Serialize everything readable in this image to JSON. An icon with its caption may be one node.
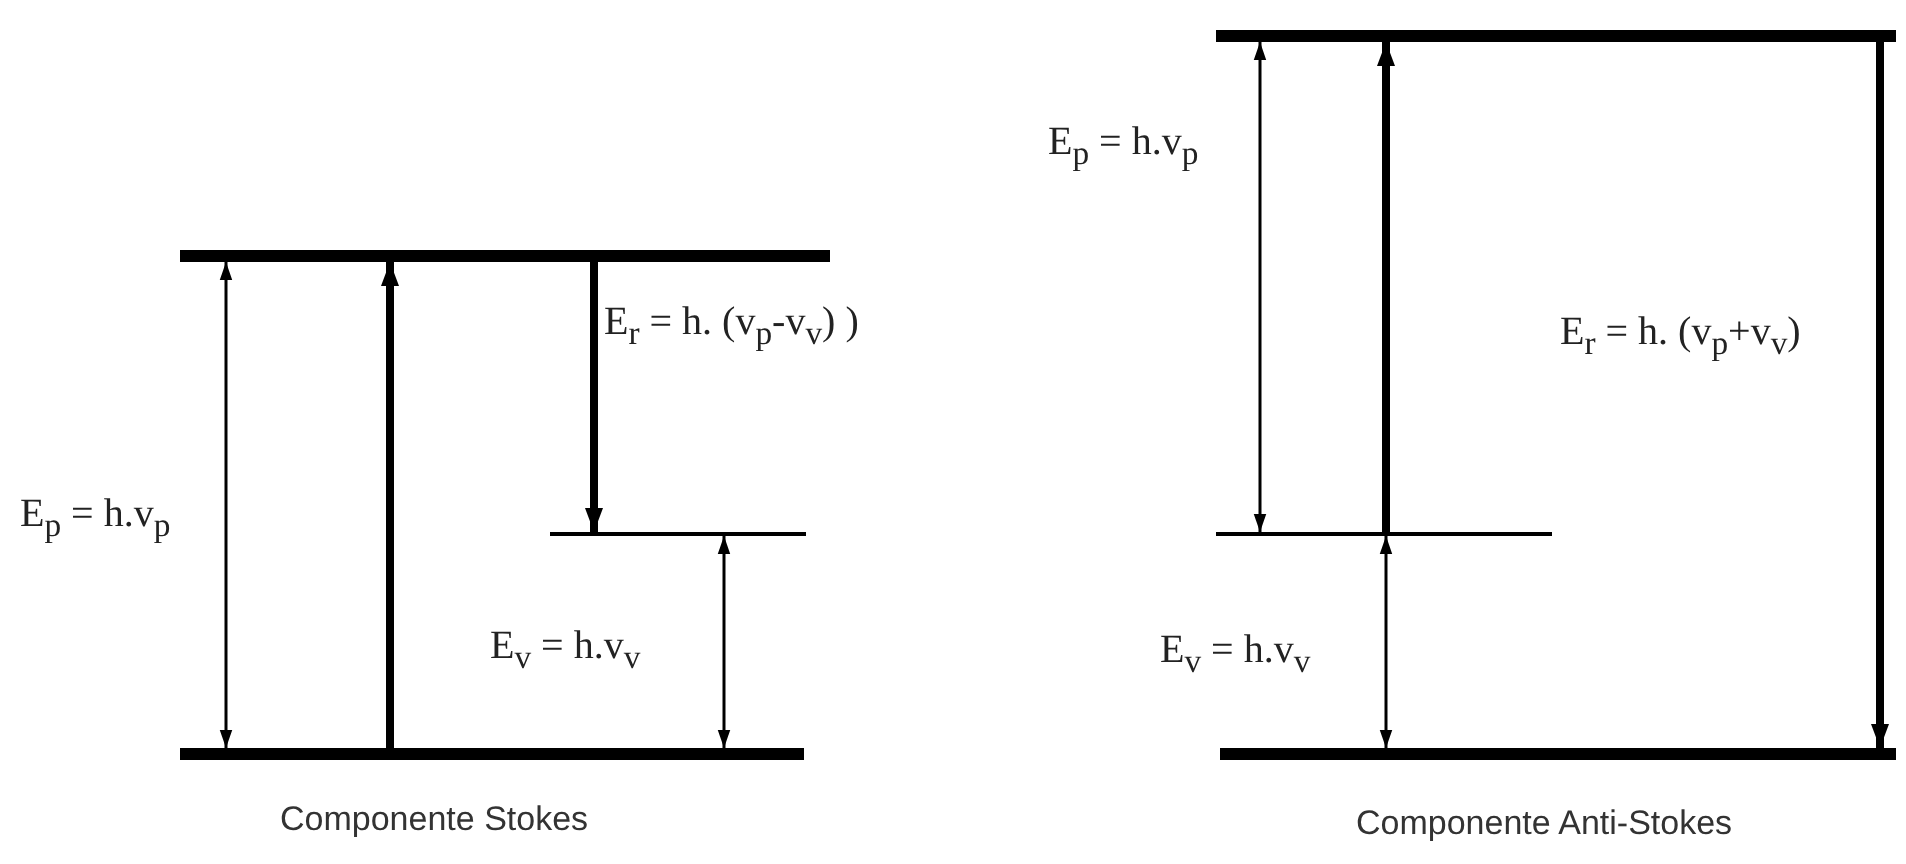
{
  "diagram": {
    "nodes": [
      {
        "text": [],
        "shape": "bar"
      },
      {
        "text": [],
        "shape": "bar"
      },
      {
        "text": [],
        "shape": "bar"
      },
      {
        "text": [],
        "shape": "bar"
      },
      {
        "text": [],
        "shape": "bar"
      },
      {
        "text": [],
        "shape": "bar"
      }
    ],
    "edges": [
      {
        "from": 0,
        "to": 2,
        "arrow": "both",
        "label": "E$_{p}$ = h.v$_{p}$"
      },
      {
        "from": 2,
        "to": 0,
        "arrow": "to",
        "style": "thick"
      },
      {
        "from": 0,
        "to": 1,
        "arrow": "to",
        "style": "thick",
        "label": "E$_{r}$ = h. (v$_{p}$-v$_{v}$) )"
      },
      {
        "from": 1,
        "to": 2,
        "arrow": "both",
        "label": "E$_{v}$ = h.v$_{v}$"
      },
      {
        "from": 3,
        "to": 4,
        "arrow": "both",
        "label": "E$_{p}$ = h.v$_{p}$"
      },
      {
        "from": 4,
        "to": 3,
        "arrow": "to",
        "style": "thick"
      },
      {
        "from": 4,
        "to": 5,
        "arrow": "both",
        "label": "E$_{v}$ = h.v$_{v}$"
      },
      {
        "from": 3,
        "to": 5,
        "arrow": "to",
        "style": "thick",
        "label": "E$_{r}$ = h. (v$_{p}$+v$_{v}$)"
      }
    ],
    "labels": [
      "Componente Stokes",
      "Componente Anti-Stokes"
    ]
  }
}
